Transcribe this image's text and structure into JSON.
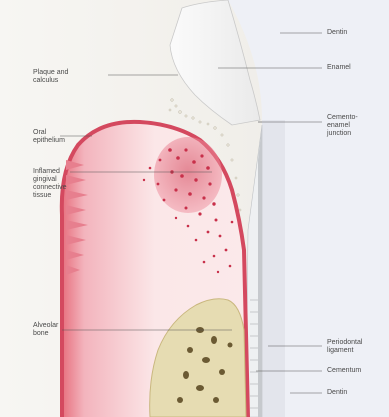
{
  "labels": {
    "dentin_top": "Dentin",
    "enamel": "Enamel",
    "plaque": "Plaque and\ncalculus",
    "oral_epithelium": "Oral\nepithelium",
    "cej": "Cemento-\nenamel\njunction",
    "inflamed": "Inflamed\ngingival\nconnective\ntissue",
    "alveolar": "Alveolar\nbone",
    "periodontal": "Periodontal\nligament",
    "cementum": "Cementum",
    "dentin_bottom": "Dentin"
  }
}
